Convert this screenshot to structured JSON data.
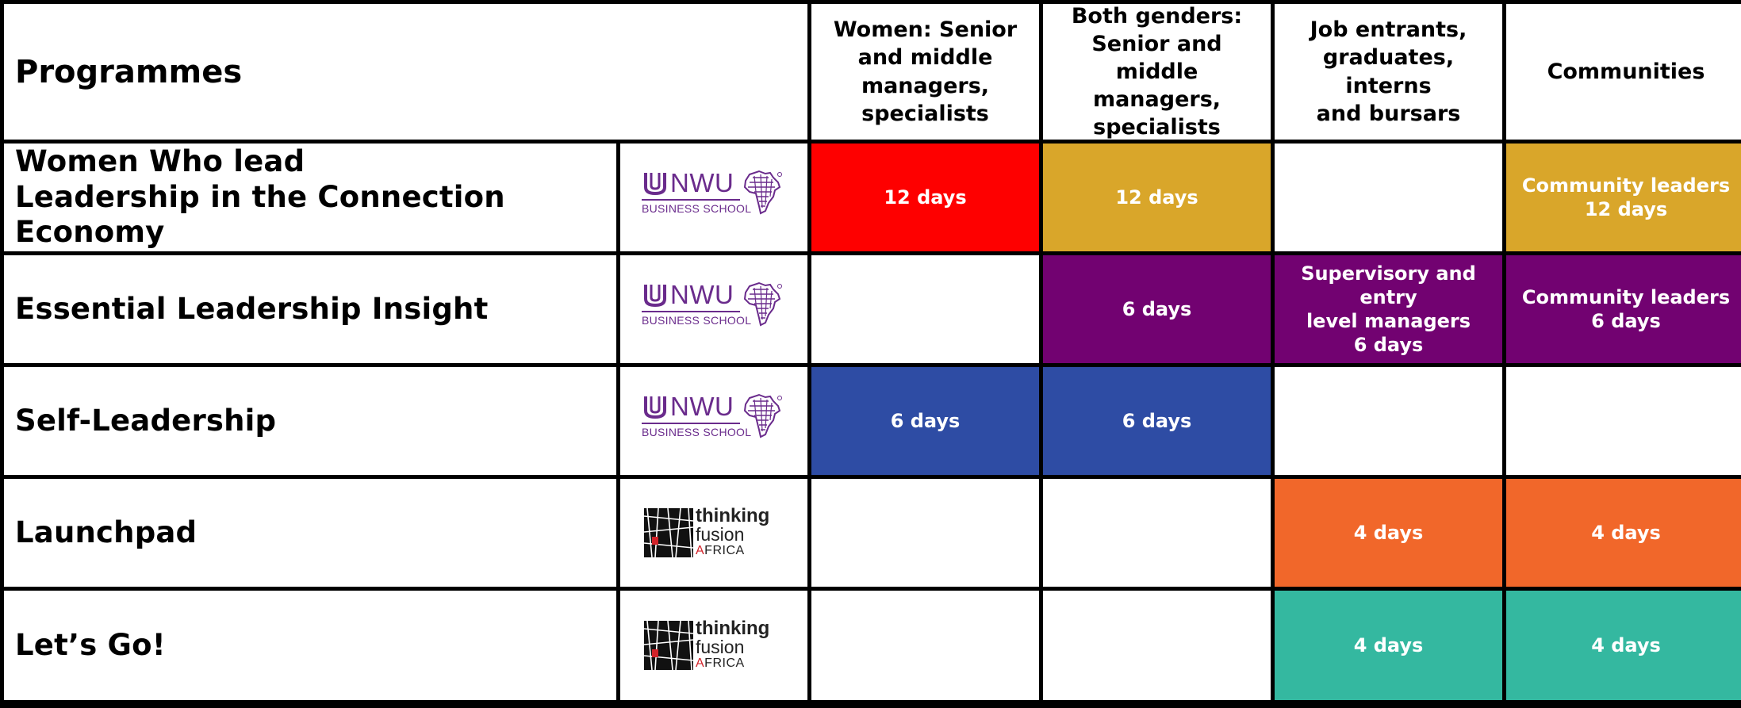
{
  "header": {
    "programmes_label": "Programmes",
    "columns": [
      "Women: Senior\nand middle\nmanagers,\nspecialists",
      "Both genders:\nSenior and middle\nmanagers,\nspecialists",
      "Job entrants,\ngraduates, interns\nand bursars",
      "Communities"
    ]
  },
  "logos": {
    "nwu": {
      "word": "NWU",
      "sub": "BUSINESS SCHOOL",
      "color": "#6a2b8c"
    },
    "tfa": {
      "line1": "thinking",
      "line2": "fusion",
      "line3_a": "A",
      "line3_rest": "FRICA",
      "accent": "#d2232a"
    }
  },
  "colors": {
    "red": "#fe0000",
    "gold": "#d9a62a",
    "purple": "#720271",
    "blue": "#2e4ca4",
    "orange": "#f1672a",
    "teal": "#34b8a0"
  },
  "rows": [
    {
      "programme": "Women Who lead\nLeadership in the Connection Economy",
      "provider": "NWU Business School",
      "cells": [
        {
          "text": "12 days",
          "color": "#fe0000"
        },
        {
          "text": "12 days",
          "color": "#d9a62a"
        },
        {
          "text": "",
          "color": "#ffffff"
        },
        {
          "text": "Community leaders\n12 days",
          "color": "#d9a62a"
        }
      ]
    },
    {
      "programme": "Essential Leadership Insight",
      "provider": "NWU Business School",
      "cells": [
        {
          "text": "",
          "color": "#ffffff"
        },
        {
          "text": "6 days",
          "color": "#720271"
        },
        {
          "text": "Supervisory and entry\nlevel managers\n6 days",
          "color": "#720271"
        },
        {
          "text": "Community leaders\n6 days",
          "color": "#720271"
        }
      ]
    },
    {
      "programme": "Self-Leadership",
      "provider": "NWU Business School",
      "cells": [
        {
          "text": "6 days",
          "color": "#2e4ca4"
        },
        {
          "text": "6 days",
          "color": "#2e4ca4"
        },
        {
          "text": "",
          "color": "#ffffff"
        },
        {
          "text": "",
          "color": "#ffffff"
        }
      ]
    },
    {
      "programme": "Launchpad",
      "provider": "thinking fusion AFRICA",
      "cells": [
        {
          "text": "",
          "color": "#ffffff"
        },
        {
          "text": "",
          "color": "#ffffff"
        },
        {
          "text": "4 days",
          "color": "#f1672a"
        },
        {
          "text": "4 days",
          "color": "#f1672a"
        }
      ]
    },
    {
      "programme": "Let’s Go!",
      "provider": "thinking fusion AFRICA",
      "cells": [
        {
          "text": "",
          "color": "#ffffff"
        },
        {
          "text": "",
          "color": "#ffffff"
        },
        {
          "text": "4 days",
          "color": "#34b8a0"
        },
        {
          "text": "4 days",
          "color": "#34b8a0"
        }
      ]
    }
  ]
}
